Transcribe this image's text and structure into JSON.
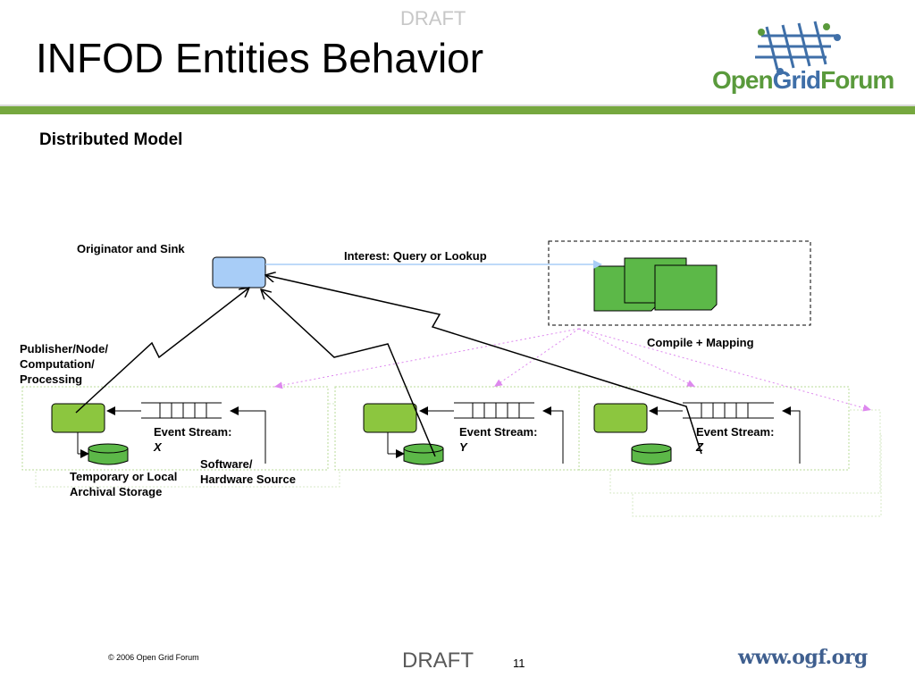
{
  "header": {
    "draft_top": "DRAFT",
    "title": "INFOD Entities Behavior",
    "logo": {
      "part1": "Open",
      "part2": "Grid",
      "part3": "Forum"
    }
  },
  "subtitle": "Distributed Model",
  "labels": {
    "originator": "Originator and Sink",
    "interest": "Interest: Query or Lookup",
    "compile": "Compile + Mapping",
    "publisher": [
      "Publisher/Node/",
      "Computation/",
      "Processing"
    ],
    "storage": [
      "Temporary or Local",
      "Archival Storage"
    ],
    "software": [
      "Software/",
      "Hardware Source"
    ],
    "streams": [
      {
        "label": "Event Stream:",
        "id": "X"
      },
      {
        "label": "Event Stream:",
        "id": "Y"
      },
      {
        "label": "Event Stream:",
        "id": "Z"
      }
    ]
  },
  "footer": {
    "copyright": "© 2006 Open Grid Forum",
    "draft": "DRAFT",
    "page": "11",
    "url": "www.ogf.org"
  },
  "colors": {
    "accent_green": "#76a83f",
    "node_green": "#8cc63f",
    "doc_green": "#5cb848",
    "originator_blue": "#a8cdf7",
    "dotted_pink": "#dd88ee"
  }
}
